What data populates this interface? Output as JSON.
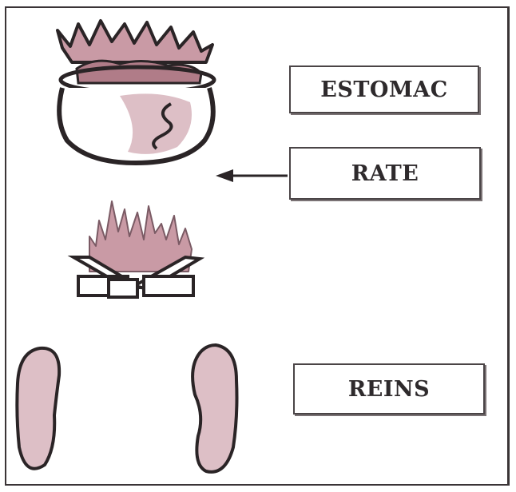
{
  "labels": {
    "estomac": "ESTOMAC",
    "rate": "RATE",
    "reins": "REINS"
  },
  "colors": {
    "pink_fill": "#c99aa5",
    "light_pink_fill": "#ddbfc6",
    "outline": "#2a2426",
    "frame": "#3a3436"
  },
  "icons": {
    "pot": "cooking-pot-icon",
    "fire": "fire-icon",
    "kidney_left": "kidney-icon",
    "kidney_right": "kidney-icon"
  }
}
